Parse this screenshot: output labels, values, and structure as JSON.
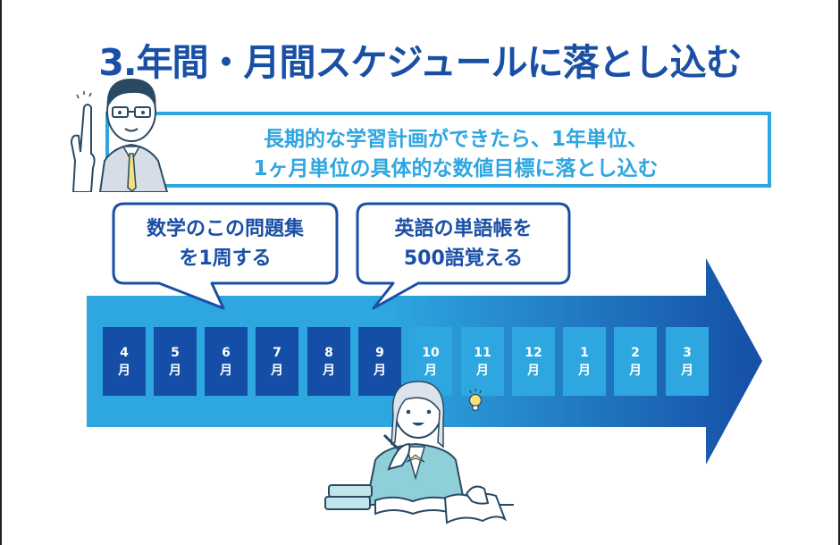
{
  "title": "3.年間・月間スケジュールに落とし込む",
  "lead": {
    "line1": "長期的な学習計画ができたら、1年単位、",
    "line2": "1ヶ月単位の具体的な数値目標に落とし込む"
  },
  "bubbles": [
    {
      "line1": "数学のこの問題集",
      "line2": "を1周する"
    },
    {
      "line1": "英語の単語帳を",
      "line2": "500語覚える"
    }
  ],
  "months": [
    {
      "num": "4",
      "unit": "月",
      "state": "past"
    },
    {
      "num": "5",
      "unit": "月",
      "state": "past"
    },
    {
      "num": "6",
      "unit": "月",
      "state": "past"
    },
    {
      "num": "7",
      "unit": "月",
      "state": "past"
    },
    {
      "num": "8",
      "unit": "月",
      "state": "past"
    },
    {
      "num": "9",
      "unit": "月",
      "state": "past"
    },
    {
      "num": "10",
      "unit": "月",
      "state": "future"
    },
    {
      "num": "11",
      "unit": "月",
      "state": "future"
    },
    {
      "num": "12",
      "unit": "月",
      "state": "future"
    },
    {
      "num": "1",
      "unit": "月",
      "state": "future"
    },
    {
      "num": "2",
      "unit": "月",
      "state": "future"
    },
    {
      "num": "3",
      "unit": "月",
      "state": "future"
    }
  ],
  "colors": {
    "title": "#1a4fa6",
    "lead_border": "#2ea6e0",
    "arrow_start": "#2ea6e0",
    "arrow_end": "#154ea6",
    "month_past": "#154ea6",
    "month_future": "#2ea6e0",
    "bubble_border": "#1a4fa6"
  },
  "illustrations": {
    "teacher": "man-pointing-icon",
    "student": "girl-studying-icon",
    "idea": "lightbulb-icon"
  }
}
